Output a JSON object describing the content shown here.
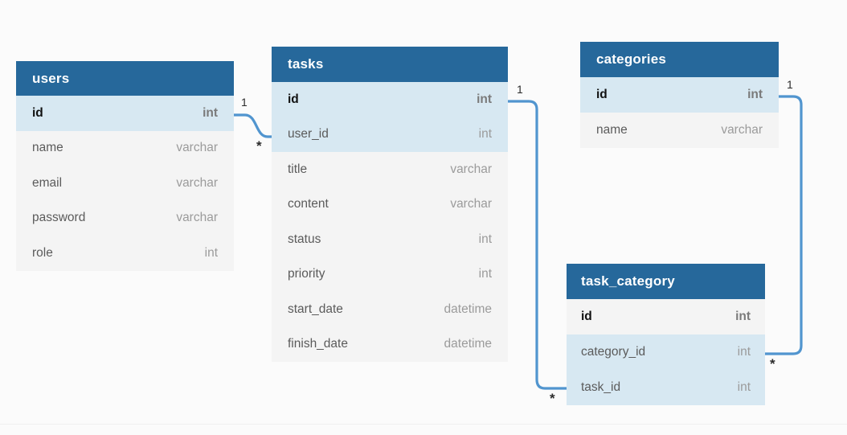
{
  "diagram": {
    "type": "entity-relationship-diagram",
    "background_color": "#fbfbfb",
    "header_color": "#26689b",
    "key_row_color": "#d7e8f2",
    "row_color": "#f4f4f4",
    "connector_color": "#5195cf"
  },
  "tables": [
    {
      "id": "users",
      "name": "users",
      "columns": [
        {
          "name": "id",
          "type": "int",
          "key": "pk"
        },
        {
          "name": "name",
          "type": "varchar",
          "key": ""
        },
        {
          "name": "email",
          "type": "varchar",
          "key": ""
        },
        {
          "name": "password",
          "type": "varchar",
          "key": ""
        },
        {
          "name": "role",
          "type": "int",
          "key": ""
        }
      ]
    },
    {
      "id": "tasks",
      "name": "tasks",
      "columns": [
        {
          "name": "id",
          "type": "int",
          "key": "pk"
        },
        {
          "name": "user_id",
          "type": "int",
          "key": "fk"
        },
        {
          "name": "title",
          "type": "varchar",
          "key": ""
        },
        {
          "name": "content",
          "type": "varchar",
          "key": ""
        },
        {
          "name": "status",
          "type": "int",
          "key": ""
        },
        {
          "name": "priority",
          "type": "int",
          "key": ""
        },
        {
          "name": "start_date",
          "type": "datetime",
          "key": ""
        },
        {
          "name": "finish_date",
          "type": "datetime",
          "key": ""
        }
      ]
    },
    {
      "id": "categories",
      "name": "categories",
      "columns": [
        {
          "name": "id",
          "type": "int",
          "key": "pk"
        },
        {
          "name": "name",
          "type": "varchar",
          "key": ""
        }
      ]
    },
    {
      "id": "task_category",
      "name": "task_category",
      "columns": [
        {
          "name": "id",
          "type": "int",
          "key": "pk-plain"
        },
        {
          "name": "category_id",
          "type": "int",
          "key": "fk"
        },
        {
          "name": "task_id",
          "type": "int",
          "key": "fk"
        }
      ]
    }
  ],
  "relationships": [
    {
      "id": "users-tasks",
      "from_table": "users",
      "from_column": "id",
      "from_cardinality": "1",
      "to_table": "tasks",
      "to_column": "user_id",
      "to_cardinality": "*"
    },
    {
      "id": "tasks-task_category",
      "from_table": "tasks",
      "from_column": "id",
      "from_cardinality": "1",
      "to_table": "task_category",
      "to_column": "task_id",
      "to_cardinality": "*"
    },
    {
      "id": "categories-task_category",
      "from_table": "categories",
      "from_column": "id",
      "from_cardinality": "1",
      "to_table": "task_category",
      "to_column": "category_id",
      "to_cardinality": "*"
    }
  ],
  "cardinality_labels": {
    "users_one": "1",
    "tasks_many": "*",
    "tasks_one": "1",
    "task_category_task_many": "*",
    "categories_one": "1",
    "task_category_category_many": "*"
  }
}
